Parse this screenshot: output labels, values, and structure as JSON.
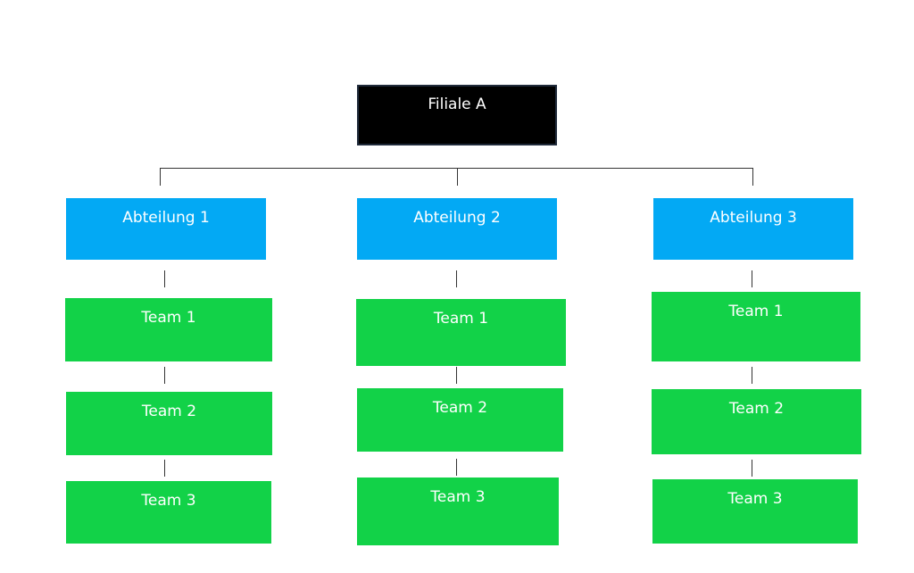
{
  "root": {
    "label": "Filiale A",
    "color": "#000000"
  },
  "departments": [
    {
      "label": "Abteilung 1",
      "teams": [
        "Team 1",
        "Team 2",
        "Team 3"
      ]
    },
    {
      "label": "Abteilung 2",
      "teams": [
        "Team 1",
        "Team 2",
        "Team 3"
      ]
    },
    {
      "label": "Abteilung 3",
      "teams": [
        "Team 1",
        "Team 2",
        "Team 3"
      ]
    }
  ],
  "colors": {
    "department": "#03A9F4",
    "team": "#12D248",
    "connector": "#333333",
    "text": "#FFFFFF"
  }
}
